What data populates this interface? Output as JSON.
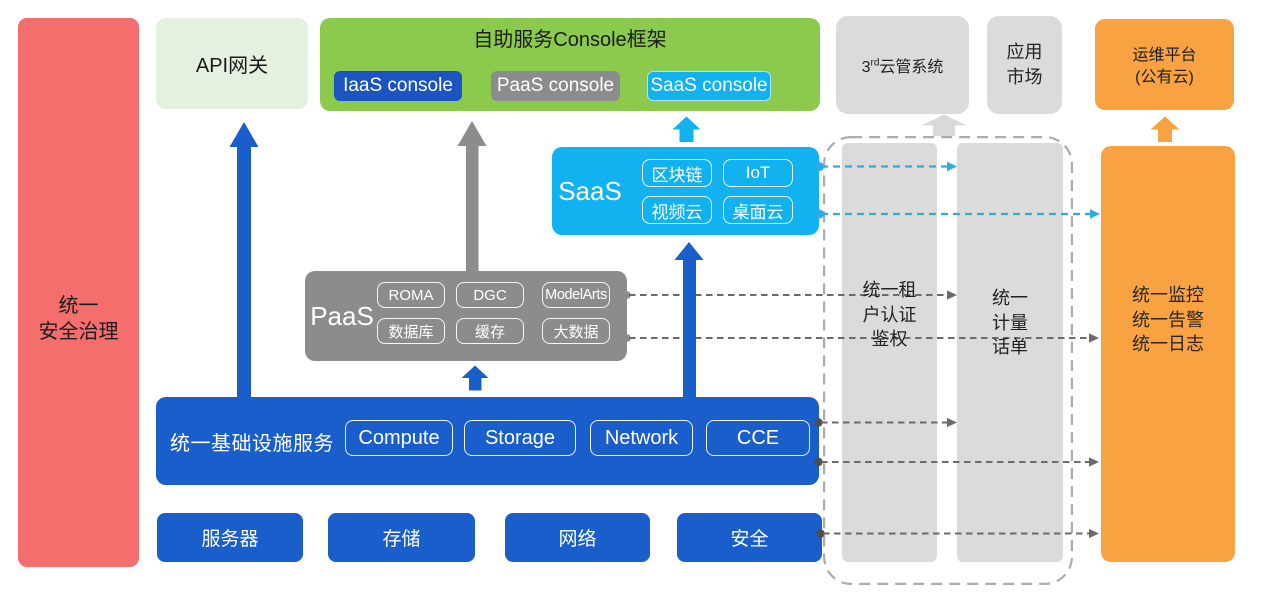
{
  "colors": {
    "red": "#F56E6E",
    "pale_green": "#E4F1E0",
    "green": "#8CCA4D",
    "blue": "#1A5ECB",
    "blue_dark": "#1C55C2",
    "cyan": "#12B1EF",
    "cyan_dash": "#29ADE3",
    "gray": "#8C8C8C",
    "light_gray": "#DBDBDB",
    "light_gray_arrow": "#D9D9D9",
    "orange": "#F9A242",
    "dash_border": "#ACACAC",
    "dash_dark": "#6B6B6B",
    "dot_dark": "#4D4D4D",
    "text_dark": "#1A1A1A"
  },
  "security_bar": {
    "line1": "统一",
    "line2": "安全治理"
  },
  "api_gateway": {
    "label": "API网关"
  },
  "console_frame": {
    "title": "自助服务Console框架",
    "consoles": [
      {
        "label": "IaaS console"
      },
      {
        "label": "PaaS console"
      },
      {
        "label": "SaaS console"
      }
    ]
  },
  "third_party": {
    "pre": "3",
    "sup": "rd",
    "post": "云管系统"
  },
  "app_market": {
    "line1": "应用",
    "line2": "市场"
  },
  "ops_platform": {
    "line1": "运维平台",
    "line2": "(公有云)"
  },
  "saas": {
    "label": "SaaS",
    "services": [
      "区块链",
      "IoT",
      "视频云",
      "桌面云"
    ]
  },
  "paas": {
    "label": "PaaS",
    "services": [
      "ROMA",
      "DGC",
      "ModelArts",
      "数据库",
      "缓存",
      "大数据"
    ]
  },
  "infrastructure": {
    "label": "统一基础设施服务",
    "services": [
      "Compute",
      "Storage",
      "Network",
      "CCE"
    ]
  },
  "hardware": [
    "服务器",
    "存储",
    "网络",
    "安全"
  ],
  "tenant_pillar": {
    "line1": "统一租",
    "line2": "户认证",
    "line3": "鉴权"
  },
  "metering_pillar": {
    "line1": "统一",
    "line2": "计量",
    "line3": "话单"
  },
  "ops_box": {
    "line1": "统一监控",
    "line2": "统一告警",
    "line3": "统一日志"
  }
}
